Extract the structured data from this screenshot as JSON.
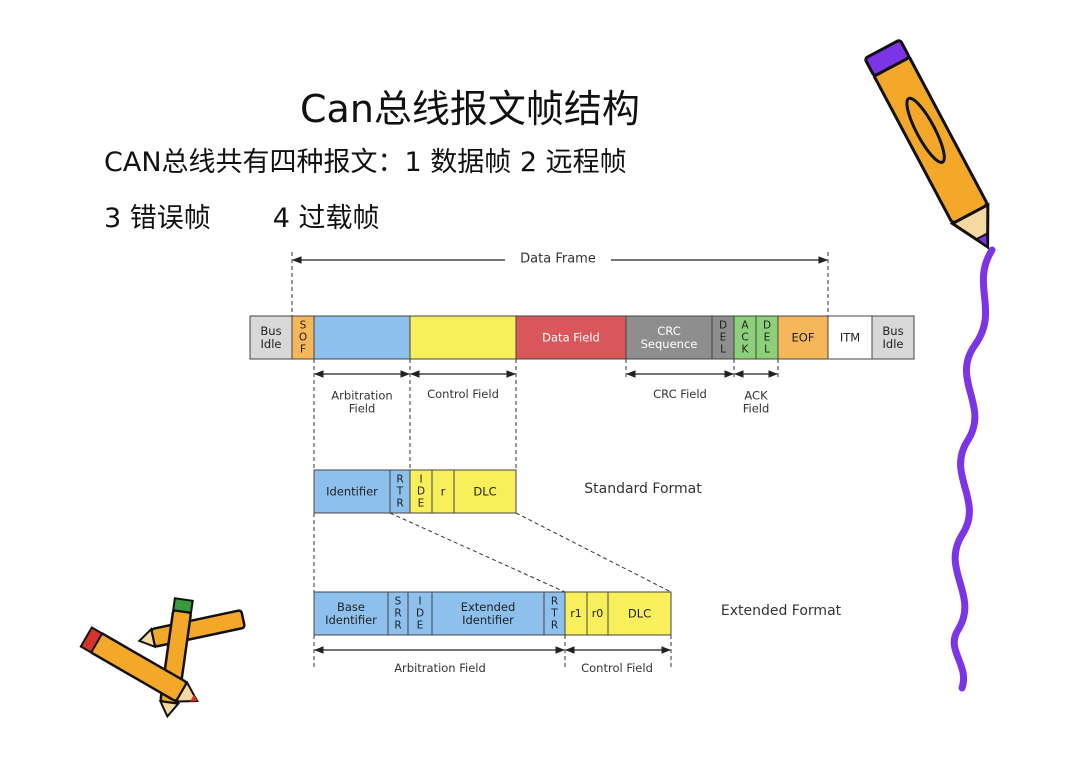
{
  "slide": {
    "title": "Can总线报文帧结构",
    "intro": "CAN总线共有四种报文：1 数据帧   2 远程帧",
    "line2_a": "3 错误帧",
    "line2_b": "4 过载帧"
  },
  "diagram": {
    "data_frame_label": "Data Frame",
    "frame_fields": {
      "bus_idle_start": [
        "Bus",
        "Idle"
      ],
      "sof": [
        "S",
        "O",
        "F"
      ],
      "data_field": "Data Field",
      "crc_sequence": [
        "CRC",
        "Sequence"
      ],
      "crc_del": [
        "D",
        "E",
        "L"
      ],
      "ack": [
        "A",
        "C",
        "K"
      ],
      "ack_del": [
        "D",
        "E",
        "L"
      ],
      "eof": "EOF",
      "itm": "ITM",
      "bus_idle_end": [
        "Bus",
        "Idle"
      ]
    },
    "frame_spans": {
      "arbitration": [
        "Arbitration",
        "Field"
      ],
      "control": "Control Field",
      "crc": "CRC Field",
      "ack": [
        "ACK",
        "Field"
      ]
    },
    "standard": {
      "label": "Standard Format",
      "identifier": "Identifier",
      "rtr": [
        "R",
        "T",
        "R"
      ],
      "ide": [
        "I",
        "D",
        "E"
      ],
      "r": "r",
      "dlc": "DLC"
    },
    "extended": {
      "label": "Extended Format",
      "base_identifier": [
        "Base",
        "Identifier"
      ],
      "srr": [
        "S",
        "R",
        "R"
      ],
      "ide": [
        "I",
        "D",
        "E"
      ],
      "extended_identifier": [
        "Extended",
        "Identifier"
      ],
      "rtr": [
        "R",
        "T",
        "R"
      ],
      "r1": "r1",
      "r0": "r0",
      "dlc": "DLC",
      "arbitration_span": "Arbitration Field",
      "control_span": "Control Field"
    },
    "colors": {
      "idle": "#d8d8d8",
      "sof": "#f5b75a",
      "arbitration": "#8ec0ee",
      "control": "#f8ef5a",
      "data": "#d9575b",
      "crc": "#8e8e8e",
      "ack": "#8cd17a",
      "eof": "#f5b75a",
      "itm": "#ffffff"
    }
  }
}
